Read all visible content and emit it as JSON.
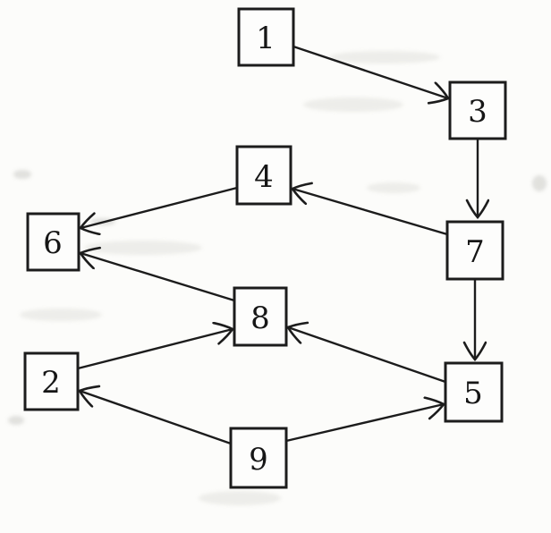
{
  "diagram": {
    "description": "Directed graph of nine numbered square nodes connected by arrows (scanned textbook figure)",
    "nodes": {
      "n1": {
        "label": "1"
      },
      "n2": {
        "label": "2"
      },
      "n3": {
        "label": "3"
      },
      "n4": {
        "label": "4"
      },
      "n5": {
        "label": "5"
      },
      "n6": {
        "label": "6"
      },
      "n7": {
        "label": "7"
      },
      "n8": {
        "label": "8"
      },
      "n9": {
        "label": "9"
      }
    },
    "edges": [
      {
        "from": "1",
        "to": "3"
      },
      {
        "from": "3",
        "to": "7"
      },
      {
        "from": "7",
        "to": "4"
      },
      {
        "from": "4",
        "to": "6"
      },
      {
        "from": "8",
        "to": "6"
      },
      {
        "from": "7",
        "to": "5"
      },
      {
        "from": "5",
        "to": "8"
      },
      {
        "from": "2",
        "to": "8"
      },
      {
        "from": "9",
        "to": "2"
      },
      {
        "from": "9",
        "to": "5"
      }
    ],
    "colors": {
      "ink": "#1c1c1c",
      "paper": "#fcfcfa"
    }
  }
}
